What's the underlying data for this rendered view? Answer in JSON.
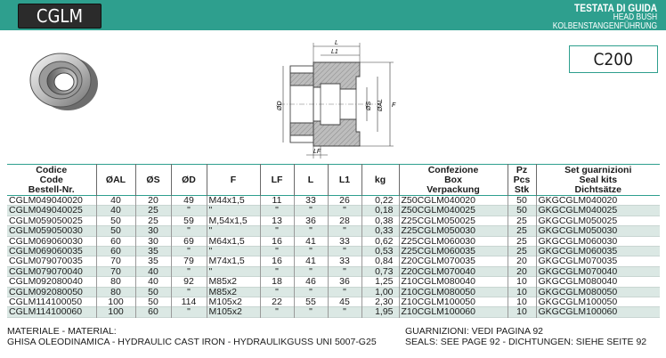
{
  "header": {
    "code": "CGLM",
    "title_it": "TESTATA DI GUIDA",
    "title_en": "HEAD BUSH",
    "title_de": "KOLBENSTANGENFÜHRUNG",
    "series": "C200",
    "accent": "#2e9f8e"
  },
  "drawing": {
    "labels": {
      "L": "L",
      "L1": "L1",
      "D": "ØD",
      "S": "ØS",
      "AL": "ØAL",
      "F": "F",
      "LF": "LF"
    }
  },
  "table": {
    "headers": [
      "Codice\nCode\nBestell-Nr.",
      "ØAL",
      "ØS",
      "ØD",
      "F",
      "LF",
      "L",
      "L1",
      "kg",
      "Confezione\nBox\nVerpackung",
      "Pz\nPcs\nStk",
      "Set guarnizioni\nSeal kits\nDichtsätze"
    ],
    "rows": [
      [
        "CGLM049040020",
        "40",
        "20",
        "49",
        "M44x1,5",
        "11",
        "33",
        "26",
        "0,22",
        "Z50CGLM040020",
        "50",
        "GKGCGLM040020"
      ],
      [
        "CGLM049040025",
        "40",
        "25",
        "\"",
        "\"",
        "\"",
        "\"",
        "\"",
        "0,18",
        "Z50CGLM040025",
        "50",
        "GKGCGLM040025"
      ],
      [
        "CGLM059050025",
        "50",
        "25",
        "59",
        "M,54x1,5",
        "13",
        "36",
        "28",
        "0,38",
        "Z25CGLM050025",
        "25",
        "GKGCGLM050025"
      ],
      [
        "CGLM059050030",
        "50",
        "30",
        "\"",
        "\"",
        "\"",
        "\"",
        "\"",
        "0,33",
        "Z25CGLM050030",
        "25",
        "GKGCGLM050030"
      ],
      [
        "CGLM069060030",
        "60",
        "30",
        "69",
        "M64x1,5",
        "16",
        "41",
        "33",
        "0,62",
        "Z25CGLM060030",
        "25",
        "GKGCGLM060030"
      ],
      [
        "CGLM069060035",
        "60",
        "35",
        "\"",
        "\"",
        "\"",
        "\"",
        "\"",
        "0,53",
        "Z25CGLM060035",
        "25",
        "GKGCGLM060035"
      ],
      [
        "CGLM079070035",
        "70",
        "35",
        "79",
        "M74x1,5",
        "16",
        "41",
        "33",
        "0,84",
        "Z20CGLM070035",
        "20",
        "GKGCGLM070035"
      ],
      [
        "CGLM079070040",
        "70",
        "40",
        "\"",
        "\"",
        "\"",
        "\"",
        "\"",
        "0,73",
        "Z20CGLM070040",
        "20",
        "GKGCGLM070040"
      ],
      [
        "CGLM092080040",
        "80",
        "40",
        "92",
        "M85x2",
        "18",
        "46",
        "36",
        "1,25",
        "Z10CGLM080040",
        "10",
        "GKGCGLM080040"
      ],
      [
        "CGLM092080050",
        "80",
        "50",
        "\"",
        "M85x2",
        "\"",
        "\"",
        "\"",
        "1,00",
        "Z10CGLM080050",
        "10",
        "GKGCGLM080050"
      ],
      [
        "CGLM114100050",
        "100",
        "50",
        "114",
        "M105x2",
        "22",
        "55",
        "45",
        "2,30",
        "Z10CGLM100050",
        "10",
        "GKGCGLM100050"
      ],
      [
        "CGLM114100060",
        "100",
        "60",
        "\"",
        "M105x2",
        "\"",
        "\"",
        "\"",
        "1,95",
        "Z10CGLM100060",
        "10",
        "GKGCGLM100060"
      ]
    ]
  },
  "footer": {
    "material_line1": "MATERIALE - MATERIAL:",
    "material_line2": "GHISA OLEODINAMICA - HYDRAULIC CAST IRON - HYDRAULIKGUSS UNI 5007-G25",
    "seals_line1": "GUARNIZIONI: VEDI PAGINA 92",
    "seals_line2": "SEALS: SEE PAGE 92 - DICHTUNGEN: SIEHE SEITE 92"
  }
}
